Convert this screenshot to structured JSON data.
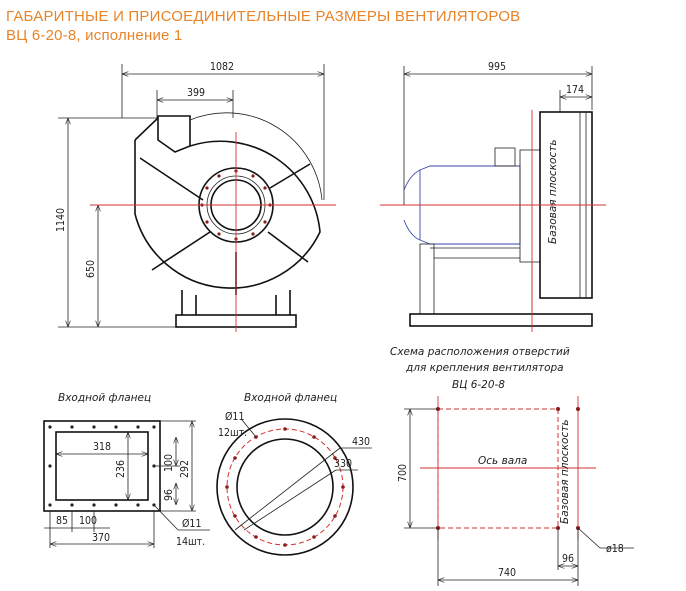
{
  "title": {
    "line1": "ГАБАРИТНЫЕ И ПРИСОЕДИНИТЕЛЬНЫЕ РАЗМЕРЫ ВЕНТИЛЯТОРОВ",
    "line2": "ВЦ 6-20-8, исполнение 1"
  },
  "front_view": {
    "width": "1082",
    "outlet": "399",
    "height": "1140",
    "axis_height": "650"
  },
  "side_view": {
    "width": "995",
    "flange": "174",
    "base_plane": "Базовая плоскость"
  },
  "inlet_rect": {
    "caption": "Входной фланец",
    "w_inner": "318",
    "h_inner": "236",
    "h1": "100",
    "h2": "292",
    "h3": "96",
    "b1": "85",
    "b2": "100",
    "b_total": "370",
    "holes": "Ø11",
    "holes_count": "14шт."
  },
  "inlet_round": {
    "caption": "Входной фланец",
    "holes": "Ø11",
    "holes_count": "12шт.",
    "d_outer": "430",
    "d_bolt": "330"
  },
  "mount_scheme": {
    "caption_l1": "Схема расположения отверстий",
    "caption_l2": "для крепления вентилятора",
    "caption_l3": "ВЦ 6-20-8",
    "height": "700",
    "width": "740",
    "offset": "96",
    "hole": "ø18",
    "axis_label": "Ось вала",
    "base_plane": "Базовая плоскость"
  }
}
